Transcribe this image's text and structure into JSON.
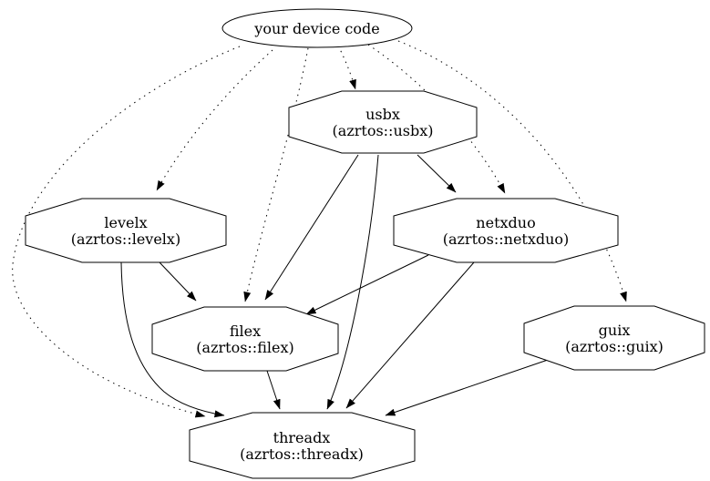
{
  "diagram": {
    "kind": "dependency-graph",
    "nodes": [
      {
        "id": "device",
        "label": "your device code",
        "sublabel": "",
        "shape": "ellipse"
      },
      {
        "id": "usbx",
        "label": "usbx",
        "sublabel": "(azrtos::usbx)",
        "shape": "octagon"
      },
      {
        "id": "levelx",
        "label": "levelx",
        "sublabel": "(azrtos::levelx)",
        "shape": "octagon"
      },
      {
        "id": "netxduo",
        "label": "netxduo",
        "sublabel": "(azrtos::netxduo)",
        "shape": "octagon"
      },
      {
        "id": "filex",
        "label": "filex",
        "sublabel": "(azrtos::filex)",
        "shape": "octagon"
      },
      {
        "id": "guix",
        "label": "guix",
        "sublabel": "(azrtos::guix)",
        "shape": "octagon"
      },
      {
        "id": "threadx",
        "label": "threadx",
        "sublabel": "(azrtos::threadx)",
        "shape": "octagon"
      }
    ],
    "edges": [
      {
        "from": "your device code",
        "to": "usbx",
        "style": "dotted"
      },
      {
        "from": "your device code",
        "to": "levelx",
        "style": "dotted"
      },
      {
        "from": "your device code",
        "to": "netxduo",
        "style": "dotted"
      },
      {
        "from": "your device code",
        "to": "filex",
        "style": "dotted"
      },
      {
        "from": "your device code",
        "to": "guix",
        "style": "dotted"
      },
      {
        "from": "your device code",
        "to": "threadx",
        "style": "dotted"
      },
      {
        "from": "usbx",
        "to": "netxduo",
        "style": "solid"
      },
      {
        "from": "usbx",
        "to": "filex",
        "style": "solid"
      },
      {
        "from": "usbx",
        "to": "threadx",
        "style": "solid"
      },
      {
        "from": "levelx",
        "to": "filex",
        "style": "solid"
      },
      {
        "from": "levelx",
        "to": "threadx",
        "style": "solid"
      },
      {
        "from": "netxduo",
        "to": "filex",
        "style": "solid"
      },
      {
        "from": "netxduo",
        "to": "threadx",
        "style": "solid"
      },
      {
        "from": "filex",
        "to": "threadx",
        "style": "solid"
      },
      {
        "from": "guix",
        "to": "threadx",
        "style": "solid"
      }
    ],
    "colors": {
      "background": "#ffffff",
      "node_fill": "#ffffff",
      "stroke": "#000000",
      "text": "#000000"
    }
  }
}
